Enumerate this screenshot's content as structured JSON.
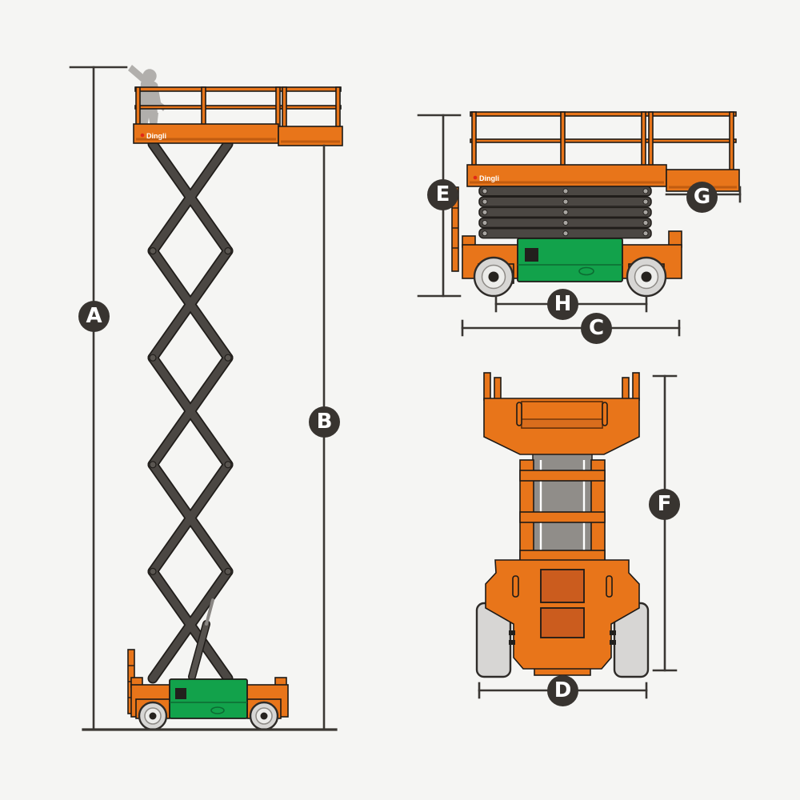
{
  "diagram": {
    "brand": "Dingli",
    "labels": {
      "a": "A",
      "b": "B",
      "c": "C",
      "d": "D",
      "e": "E",
      "f": "F",
      "g": "G",
      "h": "H"
    },
    "colors": {
      "background": "#f5f5f3",
      "machine_orange": "#e8751a",
      "machine_orange_dark": "#c05c10",
      "panel_rust": "#cb5c1e",
      "machine_green": "#12a24b",
      "scissor_gray": "#4b4743",
      "scissor_outline": "#201d1a",
      "mast_gray": "#908d89",
      "tire_gray": "#d7d6d4",
      "hub_dark": "#26231f",
      "person_gray": "#b1afac",
      "dim_line": "#3a3733",
      "label_circle": "#383430",
      "label_text": "#ffffff",
      "logo_red": "#e02918"
    }
  }
}
